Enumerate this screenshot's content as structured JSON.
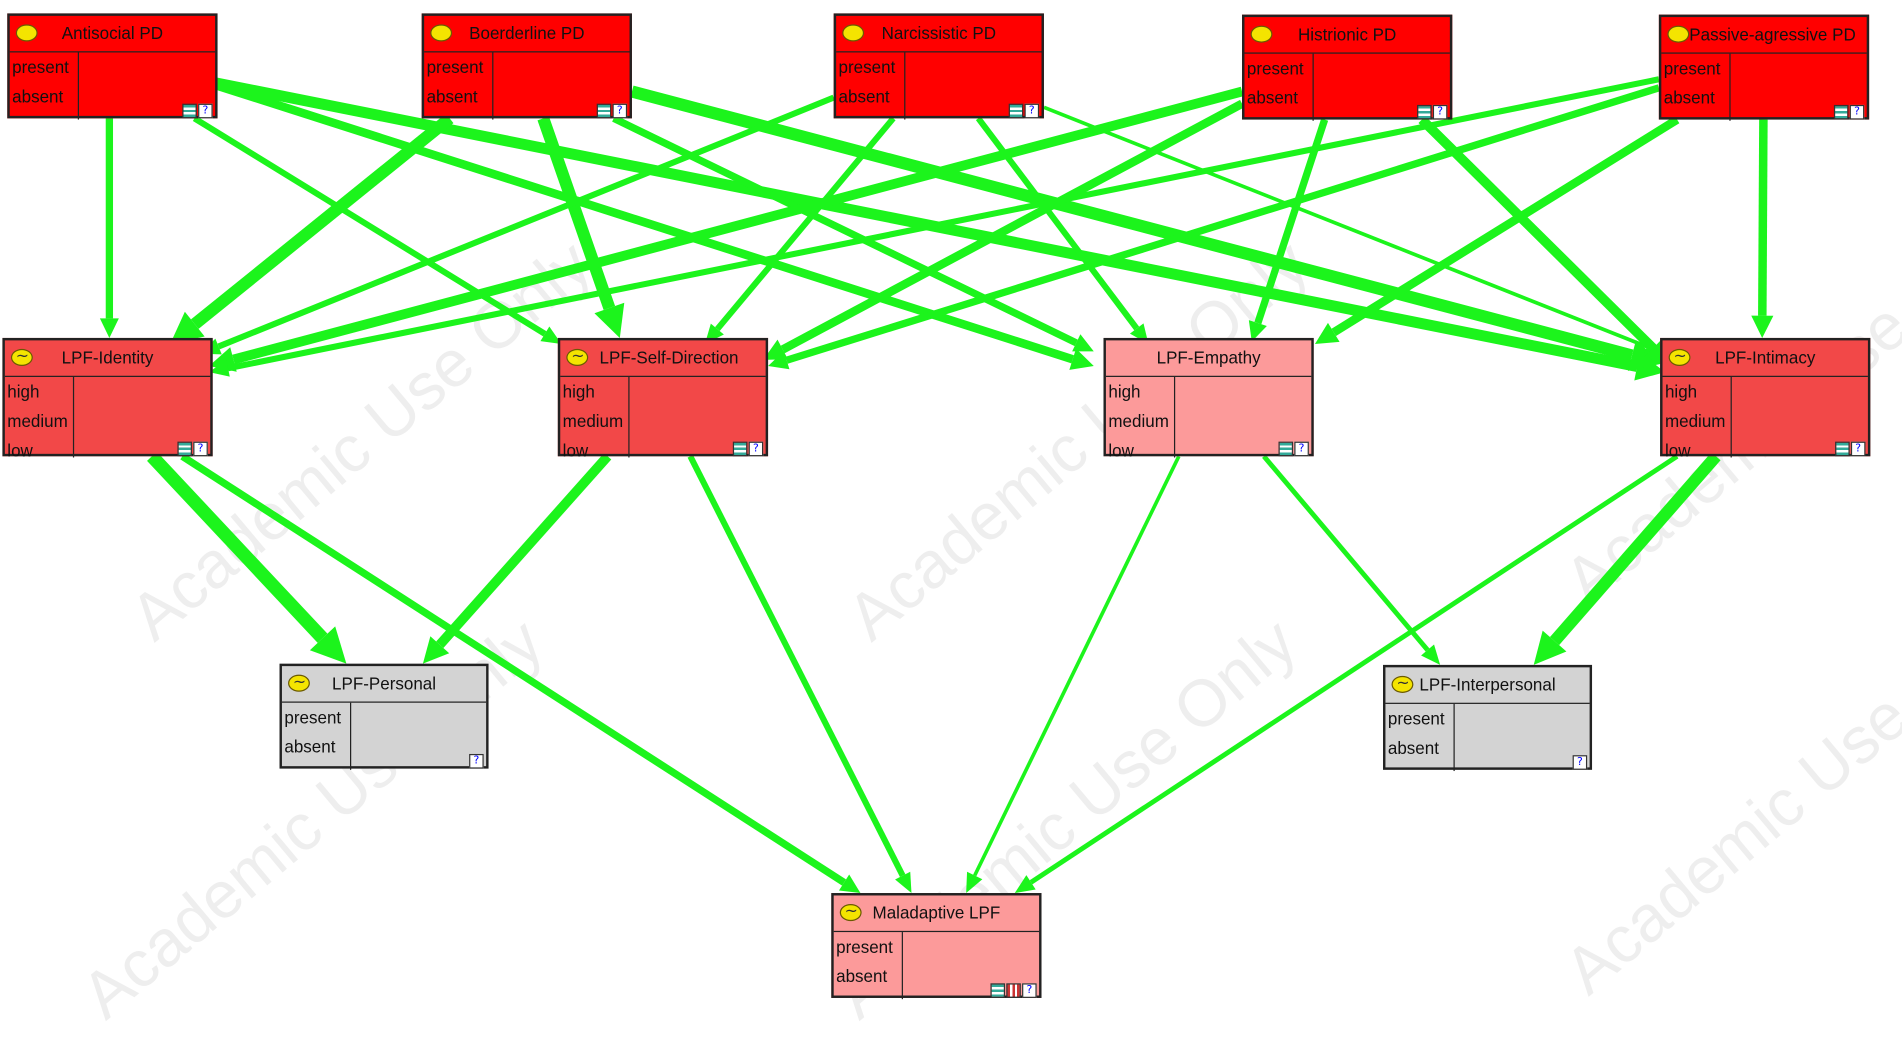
{
  "colors": {
    "edge": "#1cf41c",
    "pd_fill": "#ff0000",
    "lpf_dark_fill": "#f24848",
    "lpf_light_fill": "#fc9a9a",
    "gray_fill": "#d3d3d3"
  },
  "watermark": "Academic Use Only",
  "nodes": {
    "antisocial": {
      "title": "Antisocial PD",
      "states": [
        "present",
        "absent"
      ],
      "icon": "yellow-oval-icon"
    },
    "borderline": {
      "title": "Boerderline PD",
      "states": [
        "present",
        "absent"
      ],
      "icon": "yellow-oval-icon"
    },
    "narcissistic": {
      "title": "Narcissistic PD",
      "states": [
        "present",
        "absent"
      ],
      "icon": "yellow-oval-icon"
    },
    "histrionic": {
      "title": "Histrionic PD",
      "states": [
        "present",
        "absent"
      ],
      "icon": "yellow-oval-icon"
    },
    "passive": {
      "title": "Passive-agressive PD",
      "states": [
        "present",
        "absent"
      ],
      "icon": "yellow-oval-icon"
    },
    "identity": {
      "title": "LPF-Identity",
      "states": [
        "high",
        "medium",
        "low"
      ],
      "icon": "wave-oval-icon"
    },
    "selfdir": {
      "title": "LPF-Self-Direction",
      "states": [
        "high",
        "medium",
        "low"
      ],
      "icon": "wave-oval-icon"
    },
    "empathy": {
      "title": "LPF-Empathy",
      "states": [
        "high",
        "medium",
        "low"
      ],
      "icon": "wave-oval-icon"
    },
    "intimacy": {
      "title": "LPF-Intimacy",
      "states": [
        "high",
        "medium",
        "low"
      ],
      "icon": "wave-oval-icon"
    },
    "personal": {
      "title": "LPF-Personal",
      "states": [
        "present",
        "absent"
      ],
      "icon": "wave-oval-icon"
    },
    "interpersonal": {
      "title": "LPF-Interpersonal",
      "states": [
        "present",
        "absent"
      ],
      "icon": "wave-oval-icon"
    },
    "maladaptive": {
      "title": "Maladaptive LPF",
      "states": [
        "present",
        "absent"
      ],
      "icon": "wave-oval-icon"
    }
  },
  "edges": [
    [
      "antisocial",
      "identity",
      6
    ],
    [
      "antisocial",
      "selfdir",
      5
    ],
    [
      "antisocial",
      "empathy",
      7
    ],
    [
      "antisocial",
      "intimacy",
      9
    ],
    [
      "borderline",
      "identity",
      10
    ],
    [
      "borderline",
      "selfdir",
      10
    ],
    [
      "borderline",
      "empathy",
      6
    ],
    [
      "borderline",
      "intimacy",
      10
    ],
    [
      "narcissistic",
      "identity",
      5
    ],
    [
      "narcissistic",
      "selfdir",
      5
    ],
    [
      "narcissistic",
      "empathy",
      5
    ],
    [
      "narcissistic",
      "intimacy",
      3
    ],
    [
      "histrionic",
      "identity",
      8
    ],
    [
      "histrionic",
      "selfdir",
      7
    ],
    [
      "histrionic",
      "empathy",
      6
    ],
    [
      "histrionic",
      "intimacy",
      8
    ],
    [
      "passive",
      "identity",
      5
    ],
    [
      "passive",
      "selfdir",
      6
    ],
    [
      "passive",
      "empathy",
      7
    ],
    [
      "passive",
      "intimacy",
      7
    ],
    [
      "identity",
      "personal",
      11
    ],
    [
      "identity",
      "maladaptive",
      6
    ],
    [
      "selfdir",
      "personal",
      8
    ],
    [
      "selfdir",
      "maladaptive",
      5
    ],
    [
      "empathy",
      "maladaptive",
      3
    ],
    [
      "empathy",
      "interpersonal",
      4
    ],
    [
      "intimacy",
      "maladaptive",
      4
    ],
    [
      "intimacy",
      "interpersonal",
      10
    ]
  ]
}
